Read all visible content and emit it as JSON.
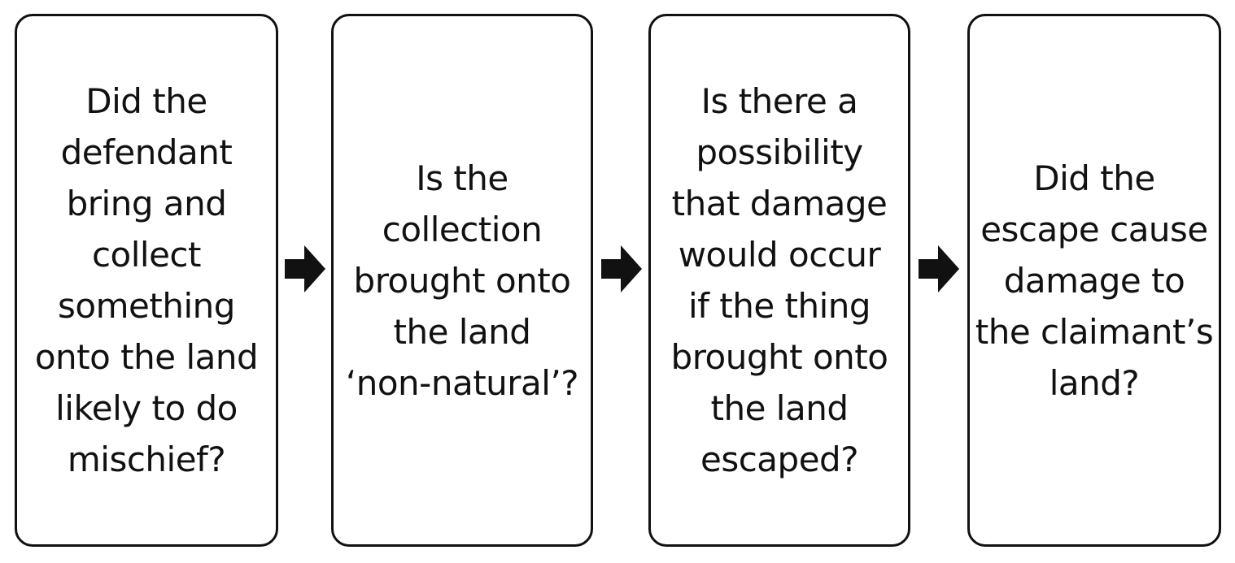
{
  "flow": {
    "steps": [
      {
        "text": "Did the\ndefendant\nbring and\ncollect\nsomething\nonto the land\nlikely to do\nmischief?"
      },
      {
        "text": "Is the\ncollection\nbrought onto\nthe land\n‘non-natural’?"
      },
      {
        "text": "Is there a\npossibility\nthat damage\nwould occur\nif the thing\nbrought onto\nthe land\nescaped?"
      },
      {
        "text": "Did the\nescape cause\ndamage to\nthe claimant’s\nland?"
      }
    ],
    "connector_icon": "right-arrow-icon",
    "colors": {
      "stroke": "#111111",
      "text": "#111111",
      "background": "#ffffff"
    }
  }
}
